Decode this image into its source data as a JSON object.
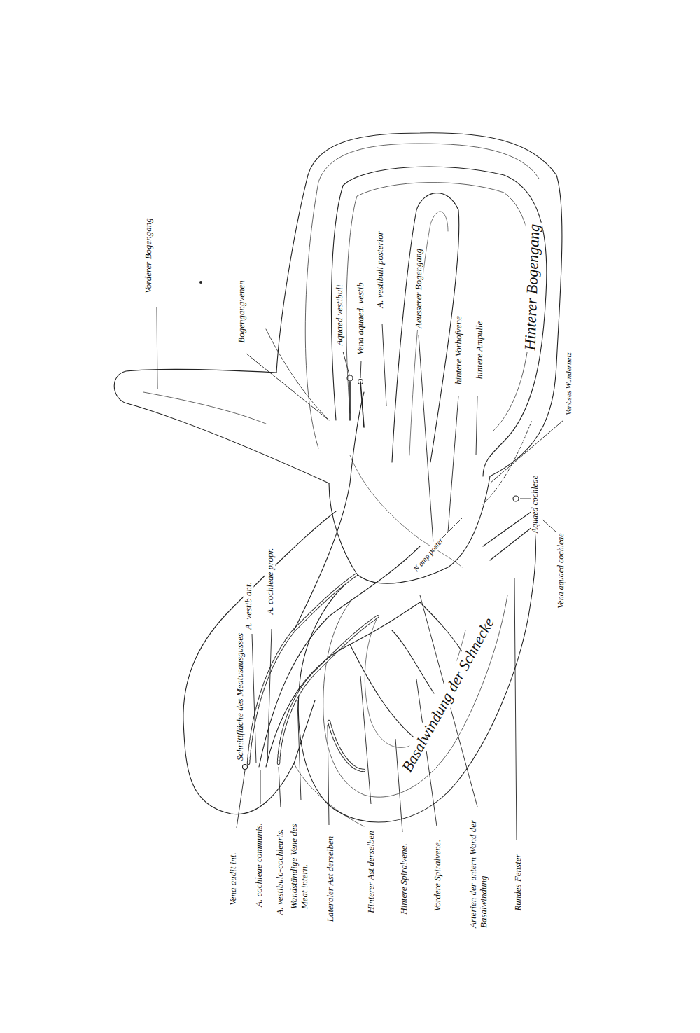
{
  "diagram": {
    "labels": [
      "Vorderer Bogengang",
      "Bogengangvenen",
      "Aquaed vestibuli",
      "Vena aquaed. vestib",
      "A. vestibuli posterior",
      "Aeusserer Bogengang",
      "hintere Vorhofvene",
      "hintere Ampulle",
      "Hinterer Bogengang",
      "Venöses Wundernetz",
      "Aquaed cochleae",
      "Vena aquaed cochleae",
      "N amp poster",
      "A. vestib ant.",
      "A. cochleae propr.",
      "Schnittfläche des Meatusausgusses",
      "Basalwindung der Schnecke",
      "Vena audit int.",
      "A. cochleae communis.",
      "A. vestibulo-cochlearis.",
      "Wandständige Vene des Meat intern.",
      "Lateraler Ast derselben",
      "Hinterer Ast derselben",
      "Hintere Spiralvene.",
      "Vordere Spiralvene.",
      "Arterien der untern Wand der Basalwindung",
      "Rundes Fenster"
    ]
  }
}
